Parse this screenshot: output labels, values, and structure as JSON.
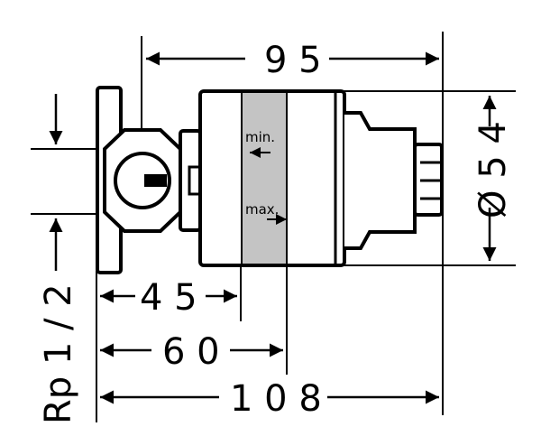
{
  "dimensions": {
    "width_total": "9 5",
    "diameter": "Ø 5 4",
    "thread": "Rp 1 / 2",
    "depth_a": "4 5",
    "depth_b": "6 0",
    "depth_c": "1 0 8"
  },
  "labels": {
    "min": "min.",
    "max": "max."
  },
  "colors": {
    "line": "#000000",
    "band": "#c4c4c4",
    "background": "#ffffff"
  }
}
